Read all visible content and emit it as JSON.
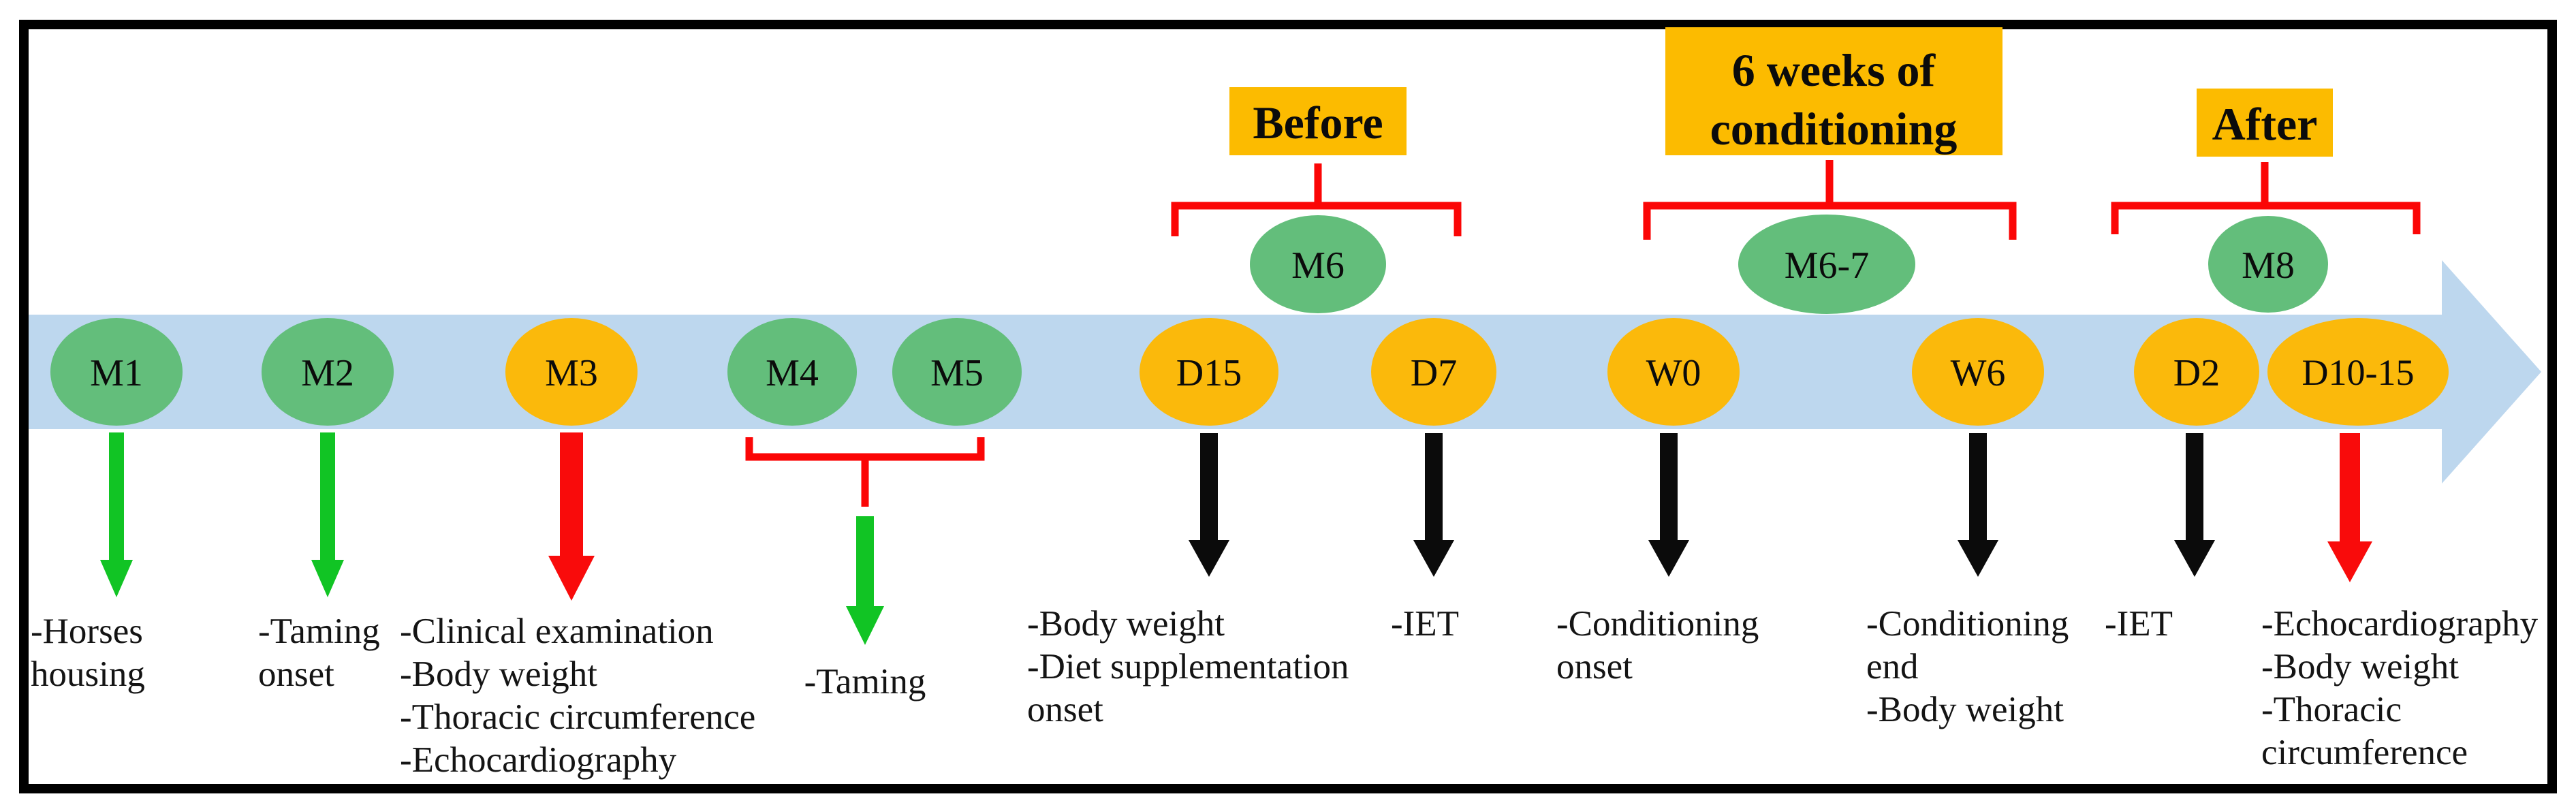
{
  "figure": {
    "type": "study-timeline-diagram",
    "colors": {
      "timeline_band": "#BDD7EE",
      "green_node": "#63BE7B",
      "orange_node": "#FBB90B",
      "label_box": "#FCBB00",
      "bracket_red": "#FB0606",
      "arrow_green": "#11C424",
      "arrow_red": "#F90B0B",
      "arrow_black": "#0B0B0B",
      "border": "#000000"
    },
    "phase_labels": [
      {
        "id": "before",
        "lines": [
          "Before"
        ]
      },
      {
        "id": "conditioning",
        "lines": [
          "6 weeks of",
          "conditioning"
        ]
      },
      {
        "id": "after",
        "lines": [
          "After"
        ]
      }
    ],
    "upper_milestones": [
      {
        "label": "M6"
      },
      {
        "label": "M6-7"
      },
      {
        "label": "M8"
      }
    ],
    "timeline_nodes": [
      {
        "label": "M1",
        "type": "green"
      },
      {
        "label": "M2",
        "type": "green"
      },
      {
        "label": "M3",
        "type": "orange"
      },
      {
        "label": "M4",
        "type": "green"
      },
      {
        "label": "M5",
        "type": "green"
      },
      {
        "label": "D15",
        "type": "orange"
      },
      {
        "label": "D7",
        "type": "orange"
      },
      {
        "label": "W0",
        "type": "orange"
      },
      {
        "label": "W6",
        "type": "orange"
      },
      {
        "label": "D2",
        "type": "orange"
      },
      {
        "label": "D10-15",
        "type": "orange"
      }
    ],
    "annotations": [
      {
        "under": "M1",
        "arrow": "green",
        "lines": [
          "-Horses",
          "housing"
        ]
      },
      {
        "under": "M2",
        "arrow": "green",
        "lines": [
          "-Taming",
          "onset"
        ]
      },
      {
        "under": "M3",
        "arrow": "red",
        "lines": [
          "-Clinical examination",
          "-Body weight",
          "-Thoracic circumference",
          "-Echocardiography"
        ]
      },
      {
        "under": "M4-M5",
        "arrow": "green",
        "lines": [
          "-Taming"
        ]
      },
      {
        "under": "D15",
        "arrow": "black",
        "lines": [
          "-Body weight",
          "-Diet supplementation",
          "onset"
        ]
      },
      {
        "under": "D7",
        "arrow": "black",
        "lines": [
          "-IET"
        ]
      },
      {
        "under": "W0",
        "arrow": "black",
        "lines": [
          "-Conditioning",
          "onset"
        ]
      },
      {
        "under": "W6",
        "arrow": "black",
        "lines": [
          "-Conditioning",
          "end",
          "-Body weight"
        ]
      },
      {
        "under": "D2",
        "arrow": "black",
        "lines": [
          "-IET"
        ]
      },
      {
        "under": "D10-15",
        "arrow": "red",
        "lines": [
          "-Echocardiography",
          "-Body weight",
          "-Thoracic",
          "circumference"
        ]
      }
    ]
  }
}
